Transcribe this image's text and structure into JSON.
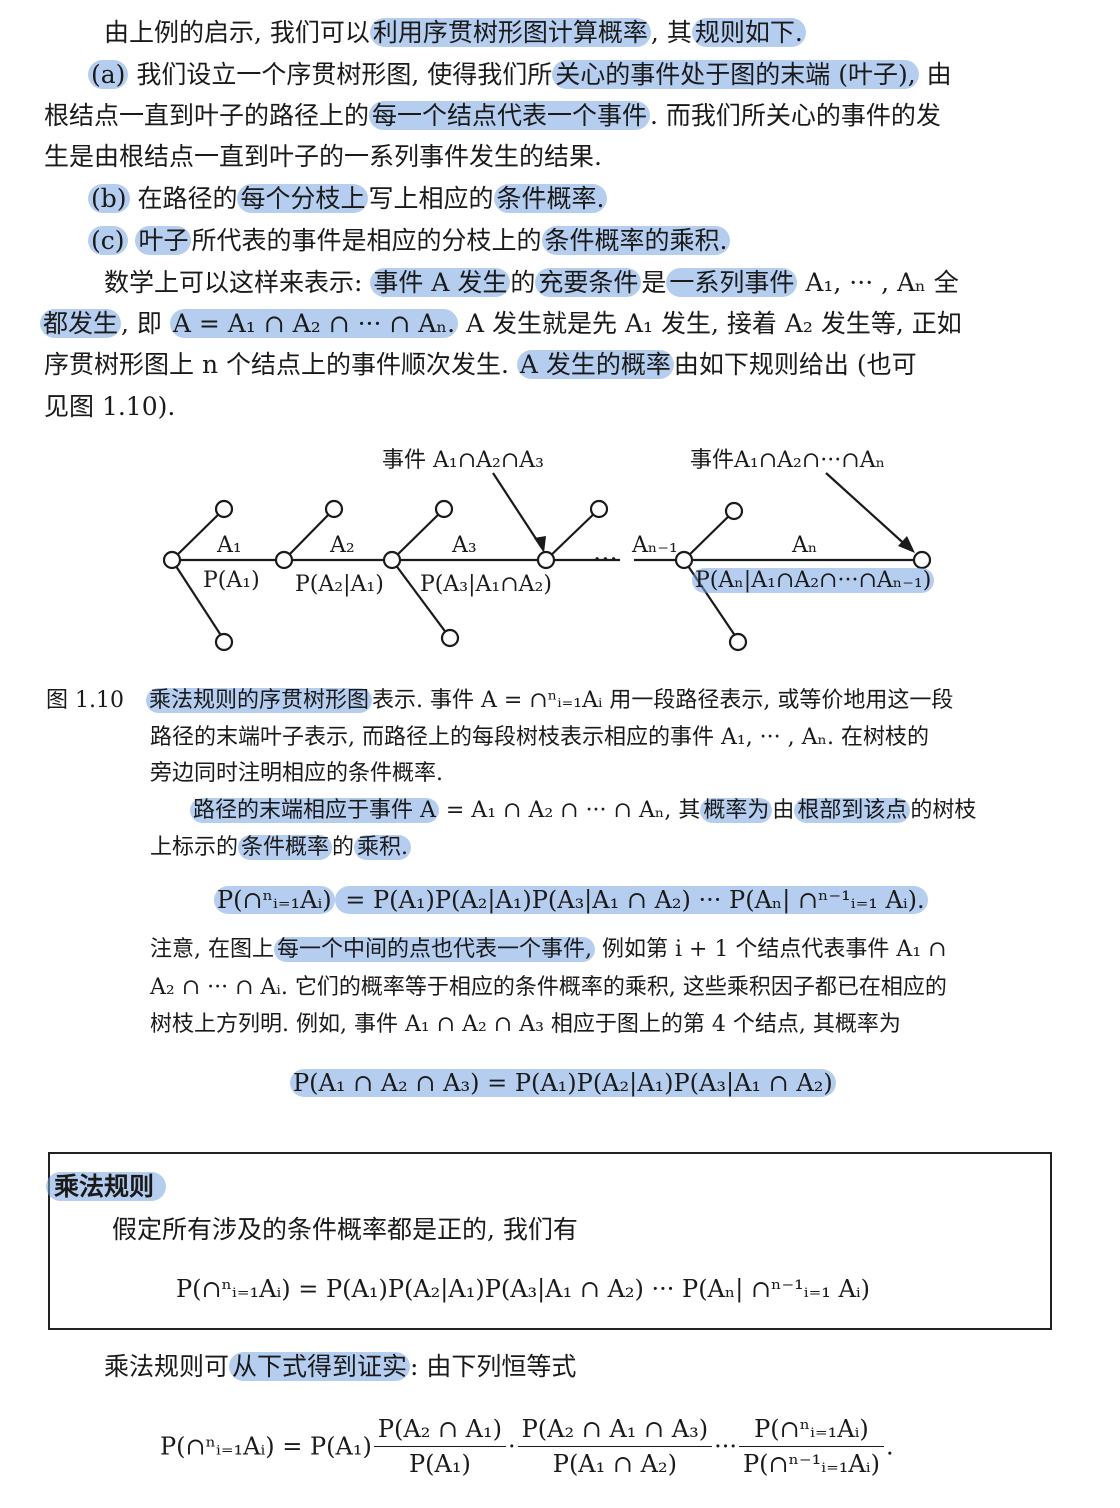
{
  "p1": {
    "l1a": "由上例的启示, 我们可以",
    "l1b": "利用序贯树形图计算概率",
    "l1c": ", 其",
    "l1d": "规则如下.",
    "a_label": "(a)",
    "a_text1": " 我们设立一个序贯树形图, 使得我们所",
    "a_hl1": "关心的事件处于图的末端 (叶子),",
    "a_text2": " 由",
    "a2_text1": "根结点一直到叶子的路径上的",
    "a2_hl": "每一个结点代表一个事件",
    "a2_text2": ". 而我们所关心的事件的发",
    "a3": "生是由根结点一直到叶子的一系列事件发生的结果.",
    "b_label": "(b)",
    "b_text1": " 在路径的",
    "b_hl1": "每个分枝上",
    "b_text2": "写上相应的",
    "b_hl2": "条件概率.",
    "c_label": "(c)",
    "c_hl1": "叶子",
    "c_text1": "所代表的事件是相应的分枝上的",
    "c_hl2": "条件概率的乘积.",
    "m1_t1": "数学上可以这样来表示: ",
    "m1_hl1": "事件 A 发生",
    "m1_t2": "的",
    "m1_hl2": "充要条件",
    "m1_t3": "是",
    "m1_hl3": "一系列事件",
    "m1_t4": " A₁, ··· , Aₙ 全",
    "m2_hl1": "都发生",
    "m2_t1": ", 即 ",
    "m2_hl2": "A = A₁ ∩ A₂ ∩ ··· ∩ Aₙ.",
    "m2_t2": " A 发生就是先 A₁ 发生, 接着 A₂ 发生等, 正如",
    "m3_t1": "序贯树形图上 n 个结点上的事件顺次发生. ",
    "m3_hl": "A 发生的概率",
    "m3_t2": "由如下规则给出 (也可",
    "m4": "见图 1.10)."
  },
  "figure": {
    "label_left": "事件 A₁∩A₂∩A₃",
    "label_right": "事件A₁∩A₂∩···∩Aₙ",
    "edge_labels": [
      "A₁",
      "A₂",
      "A₃",
      "Aₙ₋₁",
      "Aₙ"
    ],
    "prob_labels": [
      "P(A₁)",
      "P(A₂|A₁)",
      "P(A₃|A₁∩A₂)",
      "P(Aₙ|A₁∩A₂∩···∩Aₙ₋₁)"
    ],
    "dots": "···"
  },
  "caption": {
    "label": "图 1.10",
    "hl1": "乘法规则的序贯树形图",
    "t1": "表示. 事件 A = ∩ⁿᵢ₌₁Aᵢ 用一段路径表示, 或等价地用这一段",
    "l2": "路径的末端叶子表示, 而路径上的每段树枝表示相应的事件 A₁, ··· , Aₙ. 在树枝的",
    "l3": "旁边同时注明相应的条件概率.",
    "p2_hl1": "路径的末端相应于事件 A",
    "p2_t1": " = A₁ ∩ A₂ ∩ ··· ∩ Aₙ, 其",
    "p2_hl2": "概率为",
    "p2_t2": "由",
    "p2_hl3": "根部到该点",
    "p2_t3": "的树枝",
    "p2_l2a": "上标示的",
    "p2_hl4": "条件概率",
    "p2_l2b": "的",
    "p2_hl5": "乘积.",
    "eq1_a": "P(∩ⁿᵢ₌₁Aᵢ)",
    "eq1_b": " = P(A₁)P(A₂|A₁)P(A₃|A₁ ∩ A₂) ··· P(Aₙ| ∩ⁿ⁻¹ᵢ₌₁ Aᵢ).",
    "n1_t1": "注意, 在图上",
    "n1_hl": "每一个中间的点也代表一个事件,",
    "n1_t2": " 例如第 i + 1 个结点代表事件 A₁ ∩",
    "n2": "A₂ ∩ ··· ∩ Aᵢ. 它们的概率等于相应的条件概率的乘积, 这些乘积因子都已在相应的",
    "n3": "树枝上方列明. 例如, 事件 A₁ ∩ A₂ ∩ A₃ 相应于图上的第 4 个结点, 其概率为",
    "eq2": "P(A₁ ∩ A₂ ∩ A₃) = P(A₁)P(A₂|A₁)P(A₃|A₁ ∩ A₂)"
  },
  "rule": {
    "title": "乘法规则",
    "text": "假定所有涉及的条件概率都是正的, 我们有",
    "formula": "P(∩ⁿᵢ₌₁Aᵢ) = P(A₁)P(A₂|A₁)P(A₃|A₁ ∩ A₂) ··· P(Aₙ| ∩ⁿ⁻¹ᵢ₌₁ Aᵢ)"
  },
  "proof": {
    "t1": "乘法规则可",
    "hl": "从下式得到证实",
    "t2": ": 由下列恒等式",
    "lhs": "P(∩ⁿᵢ₌₁Aᵢ) = P(A₁)",
    "f1_num": "P(A₂ ∩ A₁)",
    "f1_den": "P(A₁)",
    "dot1": "·",
    "f2_num": "P(A₂ ∩ A₁ ∩ A₃)",
    "f2_den": "P(A₁ ∩ A₂)",
    "dots": "···",
    "f3_num": "P(∩ⁿᵢ₌₁Aᵢ)",
    "f3_den": "P(∩ⁿ⁻¹ᵢ₌₁Aᵢ)",
    "end": "."
  },
  "colors": {
    "highlight": "#78a5e4"
  }
}
